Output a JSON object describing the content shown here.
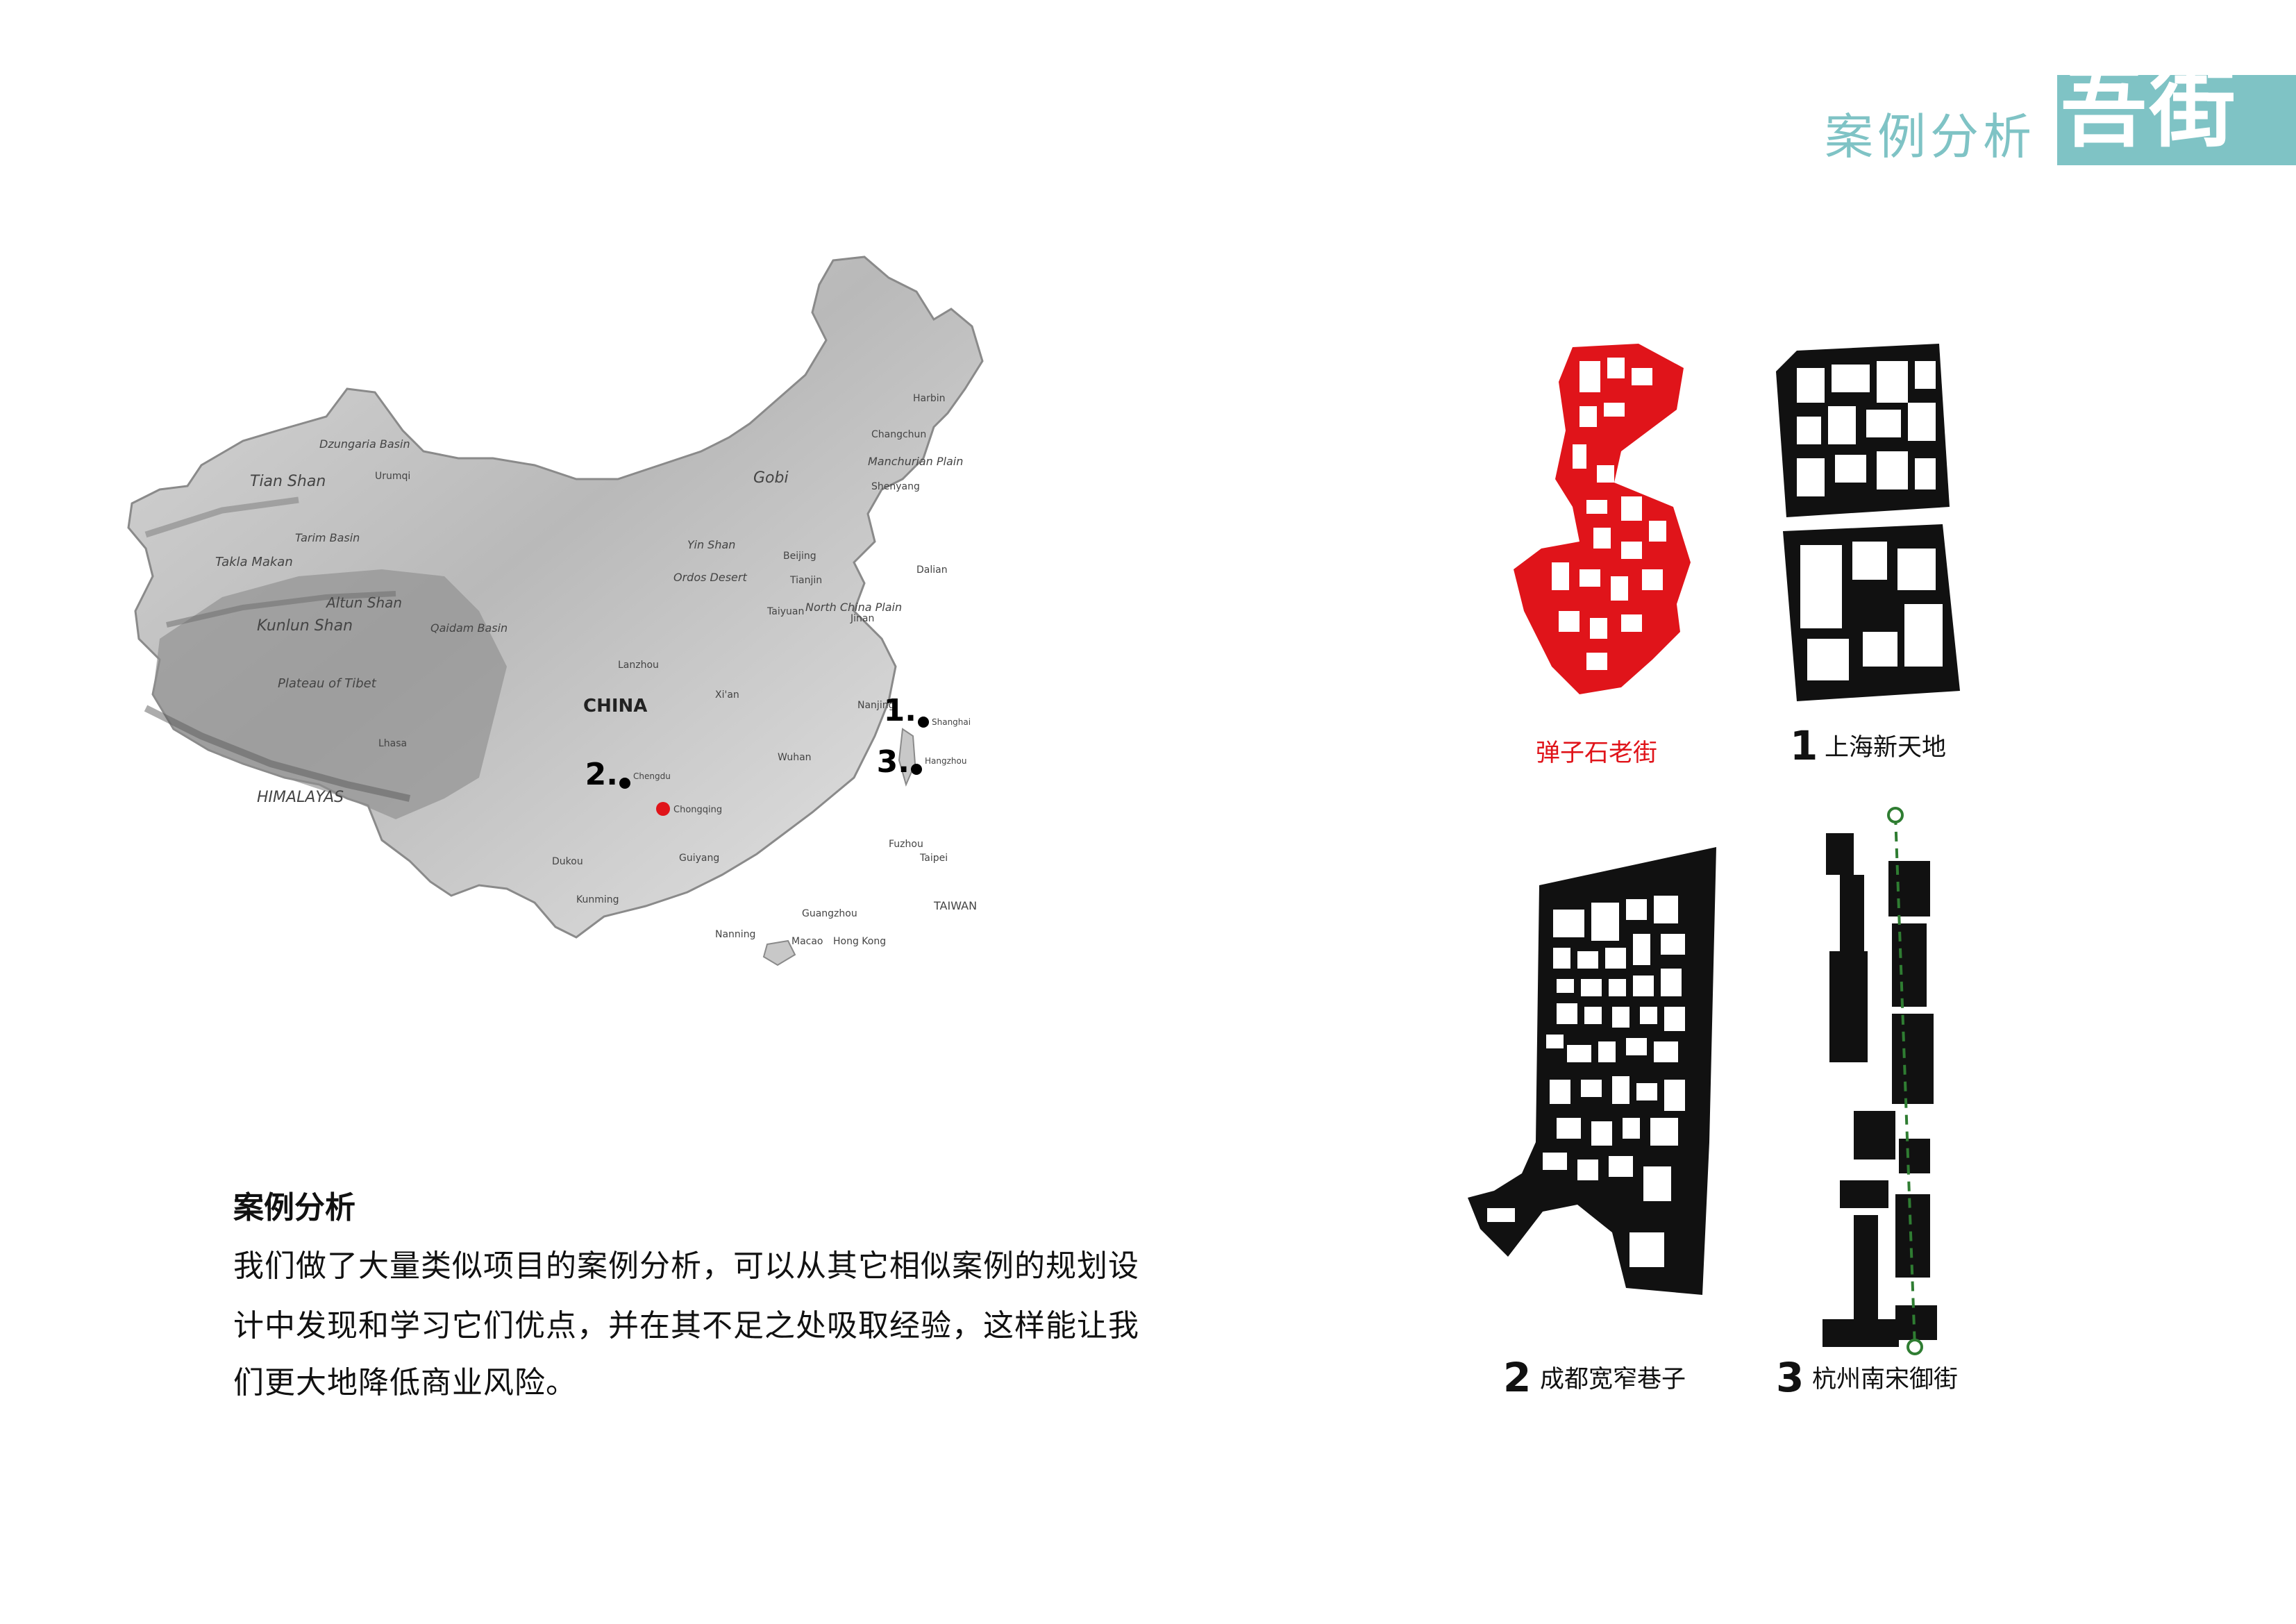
{
  "header": {
    "title": "案例分析",
    "logo_text": "吾街",
    "accent_color": "#7fc3c5"
  },
  "text_section": {
    "heading": "案例分析",
    "lines": [
      "我们做了大量类似项目的案例分析，可以从其它相似案例的规划设",
      "计中发现和学习它们优点，并在其不足之处吸取经验，这样能让我",
      "们更大地降低商业风险。"
    ]
  },
  "map": {
    "country_label": "CHINA",
    "markers": [
      {
        "num": "1.",
        "city": "Shanghai"
      },
      {
        "num": "2.",
        "city": "Chengdu"
      },
      {
        "num": "3.",
        "city": "Hangzhou"
      }
    ],
    "highlight_city": "Chongqing",
    "highlight_color": "#e0141a",
    "regions": {
      "tian_shan": "Tian Shan",
      "dzungaria": "Dzungaria Basin",
      "tarim": "Tarim Basin",
      "takla": "Takla Makan",
      "altun": "Altun Shan",
      "kunlun": "Kunlun Shan",
      "qaidam": "Qaidam Basin",
      "tibet": "Plateau of Tibet",
      "himalayas": "HIMALAYAS",
      "gobi": "Gobi",
      "yin_shan": "Yin Shan",
      "ordos": "Ordos Desert",
      "north_china": "North China Plain",
      "manchurian": "Manchurian Plain",
      "harbin": "Harbin",
      "changchun": "Changchun",
      "shenyang": "Shenyang",
      "beijing": "Beijing",
      "tianjin": "Tianjin",
      "taiyuan": "Taiyuan",
      "jinan": "Jinan",
      "lanzhou": "Lanzhou",
      "xian": "Xi'an",
      "nanjing": "Nanjing",
      "wuhan": "Wuhan",
      "guiyang": "Guiyang",
      "kunming": "Kunming",
      "fuzhou": "Fuzhou",
      "guangzhou": "Guangzhou",
      "nanning": "Nanning",
      "taipei": "Taipei",
      "taiwan": "TAIWAN",
      "hong_kong": "Hong Kong",
      "macao": "Macao",
      "urumqi": "Urumqi",
      "lhasa": "Lhasa",
      "dalian": "Dalian",
      "dukou": "Dukou"
    }
  },
  "cases": [
    {
      "num": "",
      "label": "弹子石老街",
      "color": "#e0141a"
    },
    {
      "num": "1",
      "label": "上海新天地",
      "color": "#111111"
    },
    {
      "num": "2",
      "label": "成都宽窄巷子",
      "color": "#111111"
    },
    {
      "num": "3",
      "label": "杭州南宋御街",
      "color": "#111111"
    }
  ]
}
